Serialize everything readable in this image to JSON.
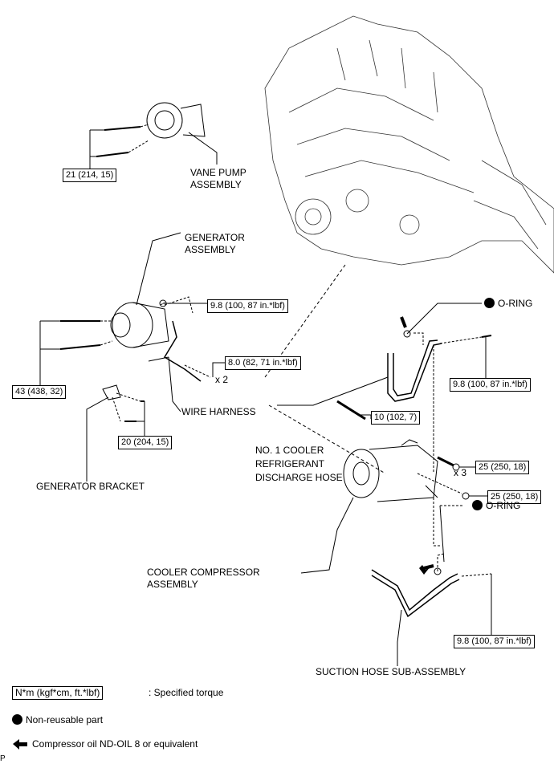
{
  "parts": {
    "vane_pump": "VANE PUMP\nASSEMBLY",
    "generator": "GENERATOR\nASSEMBLY",
    "wire_harness": "WIRE HARNESS",
    "generator_bracket": "GENERATOR BRACKET",
    "discharge_hose": "NO. 1 COOLER\nREFRIGERANT\nDISCHARGE HOSE",
    "compressor": "COOLER COMPRESSOR\nASSEMBLY",
    "suction_hose": "SUCTION HOSE SUB-ASSEMBLY",
    "o_ring_1": "O-RING",
    "o_ring_2": "O-RING"
  },
  "torques": {
    "vane_pump_bolt": "21 (214, 15)",
    "generator_nut": "9.8 (100, 87 in.*lbf)",
    "generator_small": "8.0 (82, 71 in.*lbf)",
    "generator_bolt": "43 (438, 32)",
    "bracket_bolt": "20 (204, 15)",
    "stud": "10 (102, 7)",
    "discharge_bolt": "9.8 (100, 87 in.*lbf)",
    "compressor_bolt": "25 (250, 18)",
    "compressor_nut": "25 (250, 18)",
    "suction_bolt": "9.8 (100, 87 in.*lbf)"
  },
  "quantities": {
    "generator_small": "x 2",
    "compressor_bolt": "x 3"
  },
  "legend": {
    "torque_box": "N*m (kgf*cm, ft.*lbf)",
    "torque_text": ": Specified torque",
    "non_reusable": "Non-reusable part",
    "oil": "Compressor oil ND-OIL 8 or equivalent"
  },
  "footer_code": "P"
}
